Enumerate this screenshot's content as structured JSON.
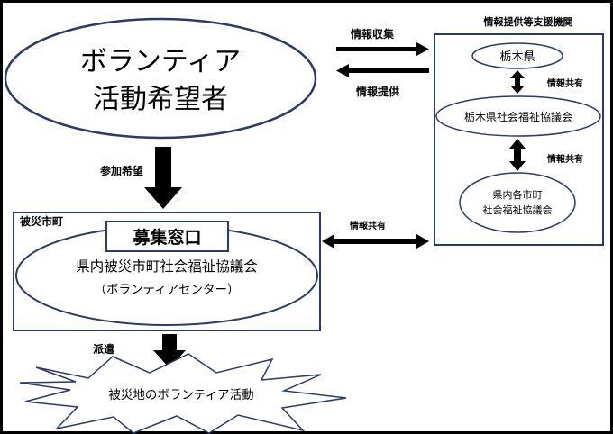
{
  "diagram": {
    "volunteer": {
      "line1": "ボランティア",
      "line2": "活動希望者"
    },
    "arrows": {
      "collect": "情報収集",
      "provide": "情報提供",
      "apply": "参加希望",
      "share_center": "情報共有",
      "share_top": "情報共有",
      "share_bottom": "情報共有",
      "dispatch": "派遣"
    },
    "support_org": {
      "title": "情報提供等支援機関",
      "prefecture": "栃木県",
      "pref_council": "栃木県社会福祉協議会",
      "local_line1": "県内各市町",
      "local_line2": "社会福祉協議会"
    },
    "disaster_city": {
      "title": "被災市町",
      "window": "募集窓口",
      "council": "県内被災市町社会福祉協議会",
      "center": "（ボランティアセンター）"
    },
    "activity": "被災地のボランティア活動"
  },
  "colors": {
    "outline": "#2b3a67",
    "ink": "#000000"
  }
}
